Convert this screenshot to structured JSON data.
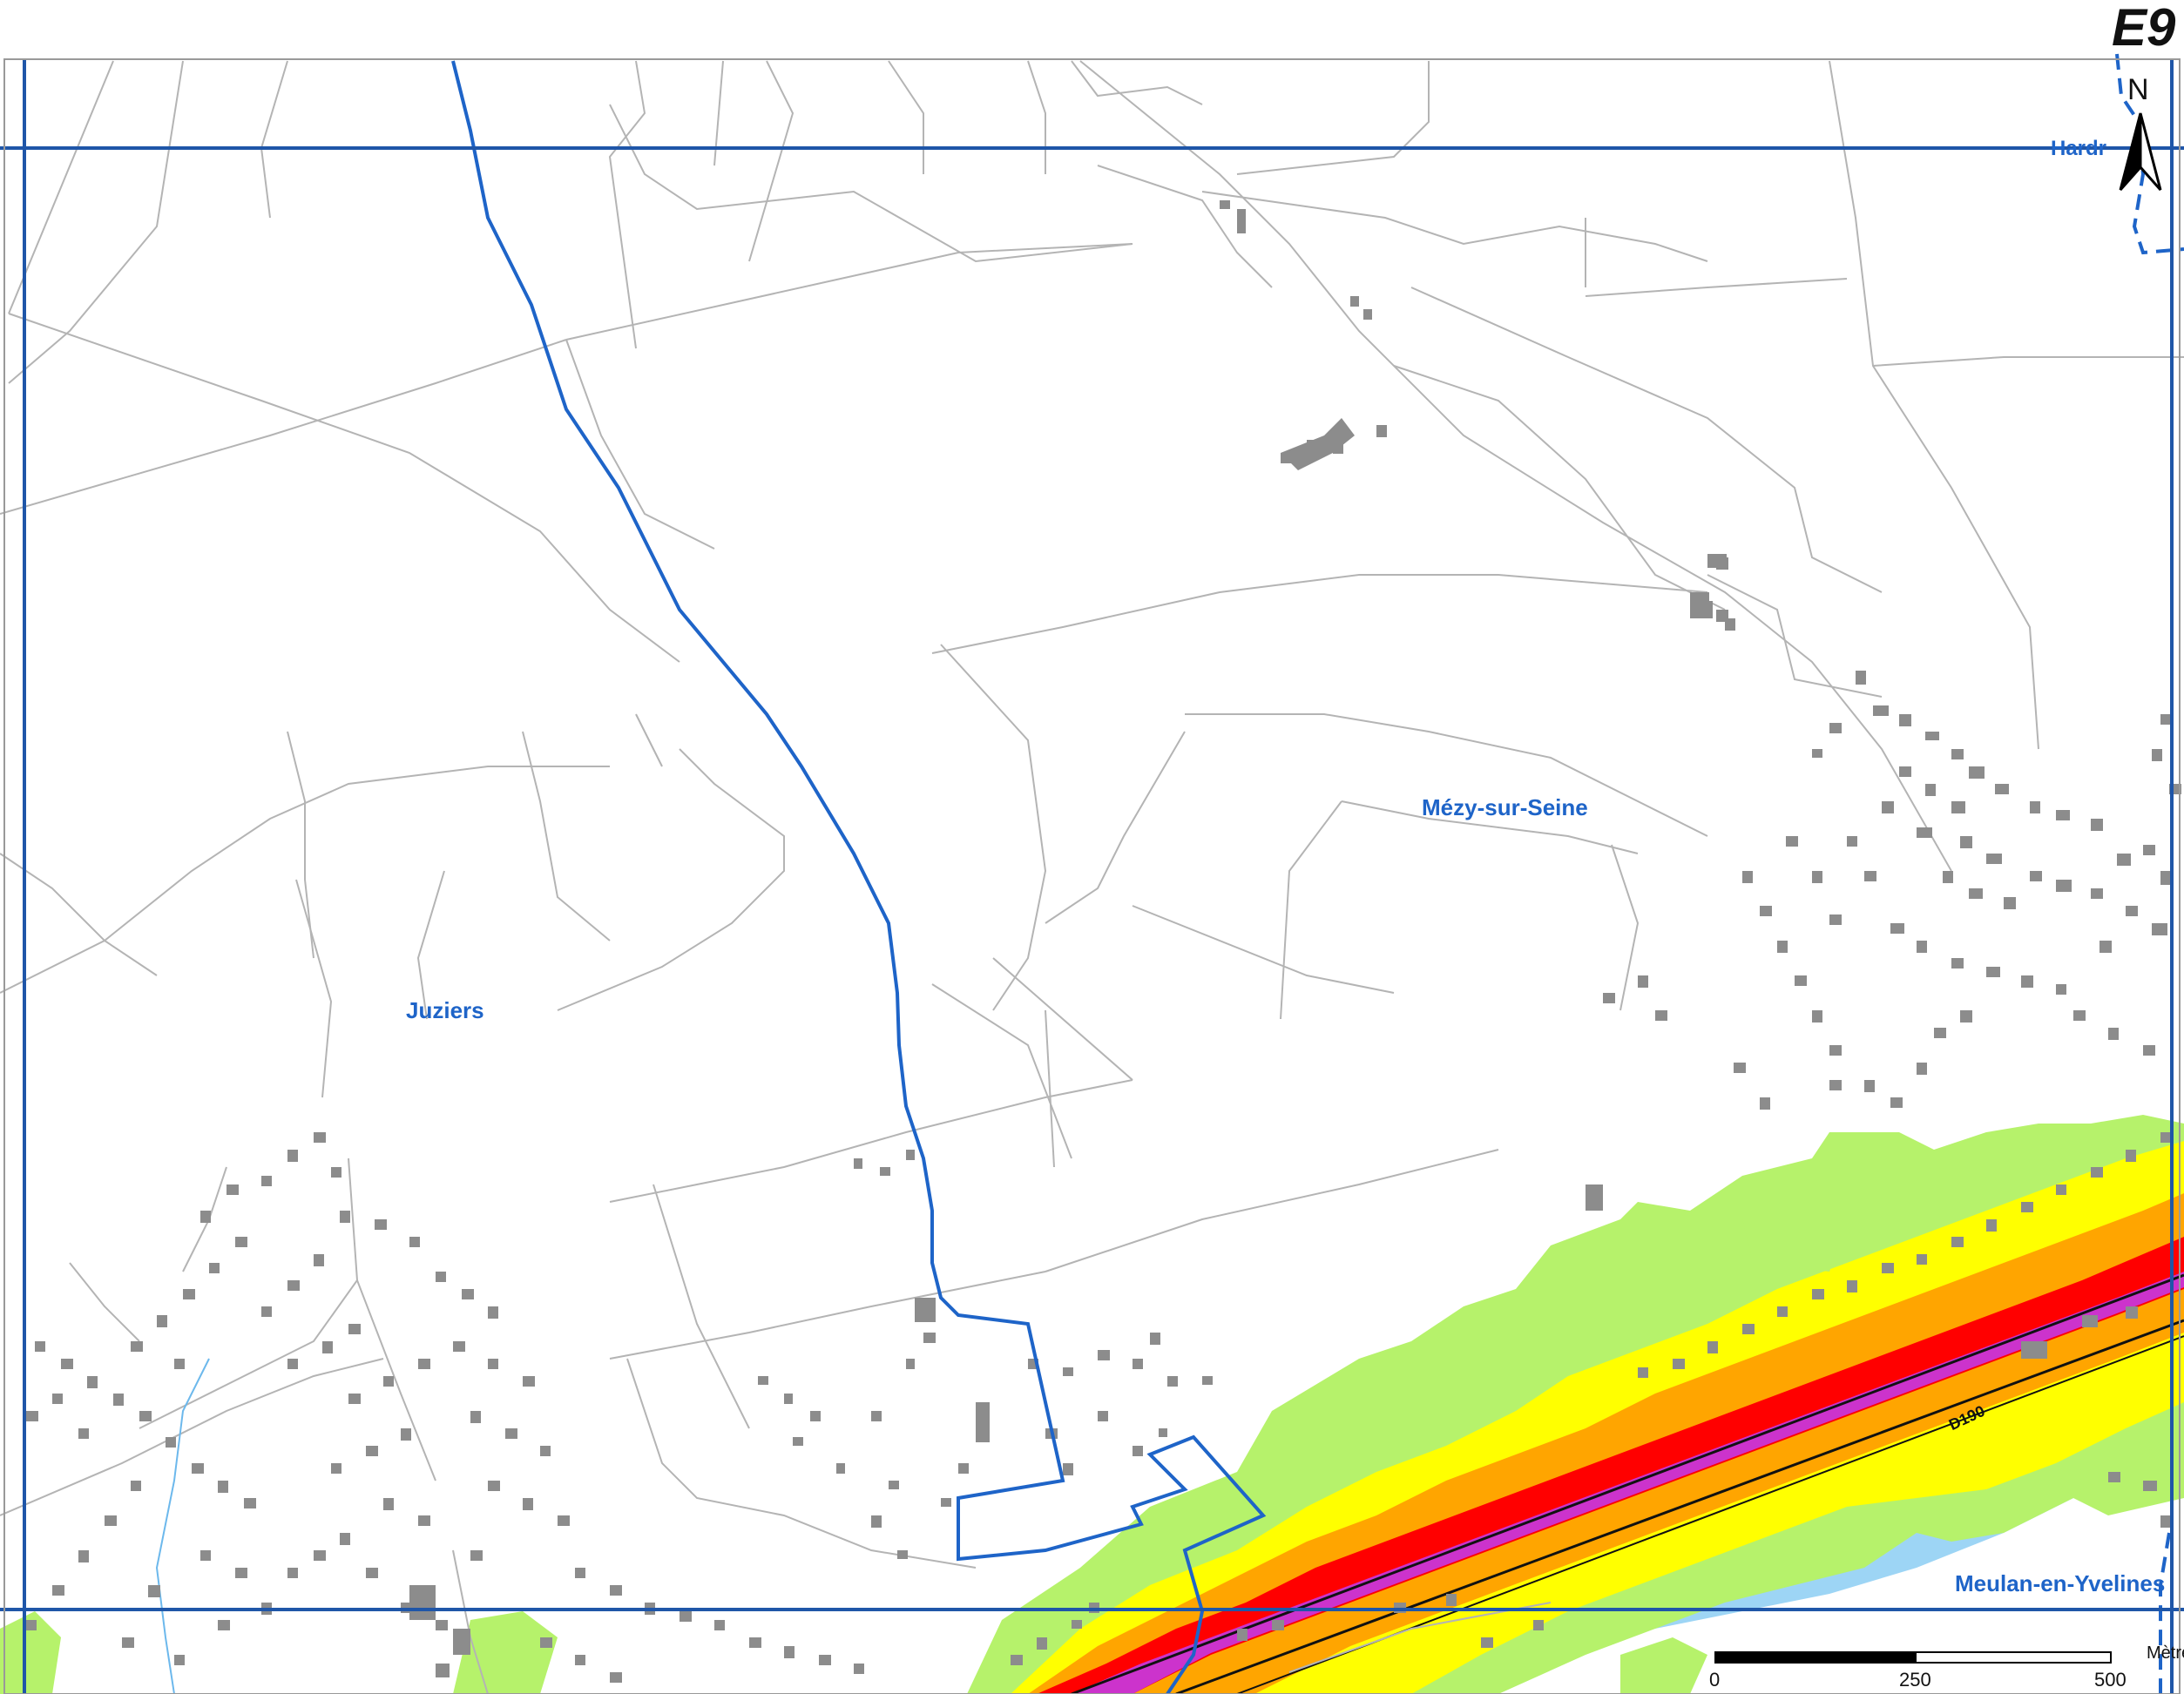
{
  "map": {
    "sheet_id": "E9",
    "places": {
      "juziers": "Juziers",
      "mezy": "Mézy-sur-Seine",
      "meulan": "Meulan-en-Yvelines",
      "hardricourt": "Hardr"
    },
    "road_label": "D190",
    "north_label": "N",
    "scale": {
      "unit": "Mètres",
      "ticks": [
        "0",
        "250",
        "500"
      ]
    },
    "colors": {
      "frame": "#1f56a8",
      "commune_boundary": "#1e64c8",
      "buildings": "#8c8c8c",
      "roads": "#b4b4b4",
      "water": "#9dd5f5",
      "noise_55_60": "#b6f26b",
      "noise_60_65": "#ffff00",
      "noise_65_70": "#ffa500",
      "noise_70_75": "#ff0000",
      "noise_75_plus": "#cc33cc"
    }
  }
}
